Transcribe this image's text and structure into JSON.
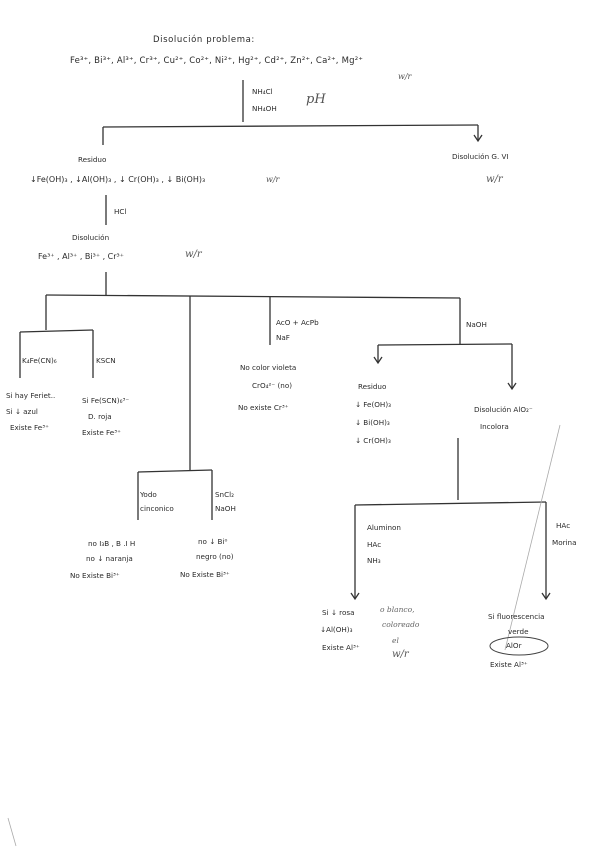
{
  "title": "Disolución problema:",
  "ions": "Fe³⁺, Bi³⁺, Al³⁺, Cr³⁺, Cu²⁺, Co²⁺, Ni²⁺, Hg²⁺, Cd²⁺, Zn²⁺, Ca²⁺, Mg²⁺",
  "reagent1": [
    "NH₄Cl",
    "NH₄OH"
  ],
  "note_ph": "pH",
  "residuo1": "Residuo",
  "residuo1_formula": "↓Fe(OH)₃ , ↓Al(OH)₃ , ↓ Cr(OH)₃ , ↓ Bi(OH)₃",
  "solution_g": "Disolución G. VI",
  "reagent2": "HCl",
  "disolucion2": "Disolución",
  "disolucion2_ions": "Fe³⁺ , Al³⁺ , Bi³⁺ , Cr³⁺",
  "branch_fe": {
    "reagent_a": "K₄Fe(CN)₆",
    "reagent_b": "KSCN",
    "result_a": [
      "Si hay Feriet..",
      "Si ↓ azul",
      "Existe Fe³⁺"
    ],
    "result_b": [
      "Si Fe(SCN)₆³⁻",
      "D. roja",
      "Existe Fe³⁺"
    ]
  },
  "branch_bi": {
    "reagent_a": [
      "Yodo",
      "cinconico"
    ],
    "reagent_b": [
      "SnCl₂",
      "NaOH"
    ],
    "result_a": [
      "no I₃B , B .I H",
      "no ↓ naranja",
      "No Existe Bi³⁺"
    ],
    "result_b": [
      "no ↓ Bi⁰",
      "negro (no)",
      "No Existe Bi³⁺"
    ]
  },
  "branch_cr": {
    "reagent": [
      "AcO + AcPb",
      "NaF"
    ],
    "result": [
      "No color violeta",
      "CrO₄²⁻ (no)",
      "No existe Cr³⁺"
    ]
  },
  "branch_naoh": {
    "reagent": "NaOH",
    "residuo": [
      "Residuo",
      "↓ Fe(OH)₃",
      "↓ Bi(OH)₃",
      "↓ Cr(OH)₃"
    ],
    "disolucion": [
      "Disolución AlO₂⁻",
      "Incolora"
    ],
    "sub_a_reagent": [
      "Aluminon",
      "HAc",
      "NH₃"
    ],
    "sub_b_reagent": [
      "HAc",
      "Morina"
    ],
    "sub_a_result": [
      "Si ↓ rosa",
      "↓Al(OH)₃",
      "Existe Al³⁺"
    ],
    "sub_a_note": [
      "o blanco,",
      "coloreado",
      "el"
    ],
    "sub_b_result": [
      "Si fluorescencia",
      "verde",
      "AlOr"
    ],
    "sub_b_exists": "Existe Al³⁺"
  },
  "handwritten_ok": "w/r"
}
